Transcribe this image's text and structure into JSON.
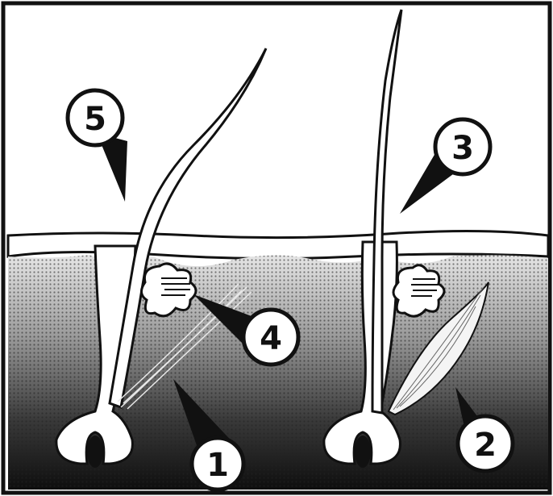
{
  "diagram": {
    "colors": {
      "ink": "#111111",
      "paper": "#ffffff",
      "tissue_light": "#d8d8d8",
      "tissue_dark": "#2a2a2a"
    },
    "callouts": [
      {
        "id": "1",
        "label": "1"
      },
      {
        "id": "2",
        "label": "2"
      },
      {
        "id": "3",
        "label": "3"
      },
      {
        "id": "4",
        "label": "4"
      },
      {
        "id": "5",
        "label": "5"
      }
    ]
  }
}
